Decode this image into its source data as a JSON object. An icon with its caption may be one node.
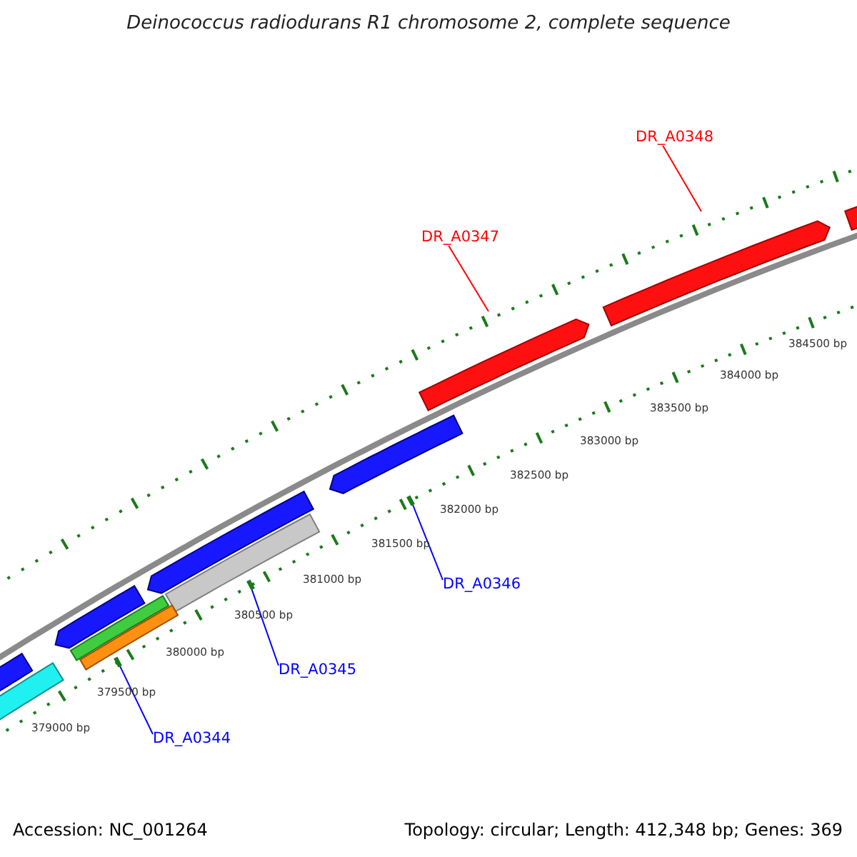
{
  "diagram": {
    "title": "Deinococcus radiodurans R1 chromosome 2, complete sequence",
    "nodes": [
      {
        "text": [
          "DR_A0344"
        ]
      },
      {
        "text": [
          "DR_A0345"
        ]
      },
      {
        "text": [
          "DR_A0346"
        ]
      },
      {
        "text": [
          "DR_A0347"
        ]
      },
      {
        "text": [
          "DR_A0348"
        ]
      },
      {
        "text": [],
        "shape": "bar"
      },
      {
        "text": [],
        "shape": "bar"
      },
      {
        "text": [],
        "shape": "bar"
      }
    ],
    "edges": [
      {
        "from": 0,
        "to": 5,
        "arrow": "none"
      },
      {
        "from": 1,
        "to": 6,
        "arrow": "none"
      },
      {
        "from": 2,
        "to": 7,
        "arrow": "none"
      },
      {
        "from": 3,
        "to": null,
        "arrow": "none",
        "color": "#ff0000"
      },
      {
        "from": 4,
        "to": null,
        "arrow": "none",
        "color": "#ff0000"
      }
    ],
    "labels": [
      "379000 bp",
      "379500 bp",
      "380000 bp",
      "380500 bp",
      "381000 bp",
      "381500 bp",
      "382000 bp",
      "382500 bp",
      "383000 bp",
      "383500 bp",
      "384000 bp",
      "384500 bp",
      "Accession: NC_001264",
      "Topology: circular; Length: 412,348 bp; Genes: 369"
    ]
  }
}
